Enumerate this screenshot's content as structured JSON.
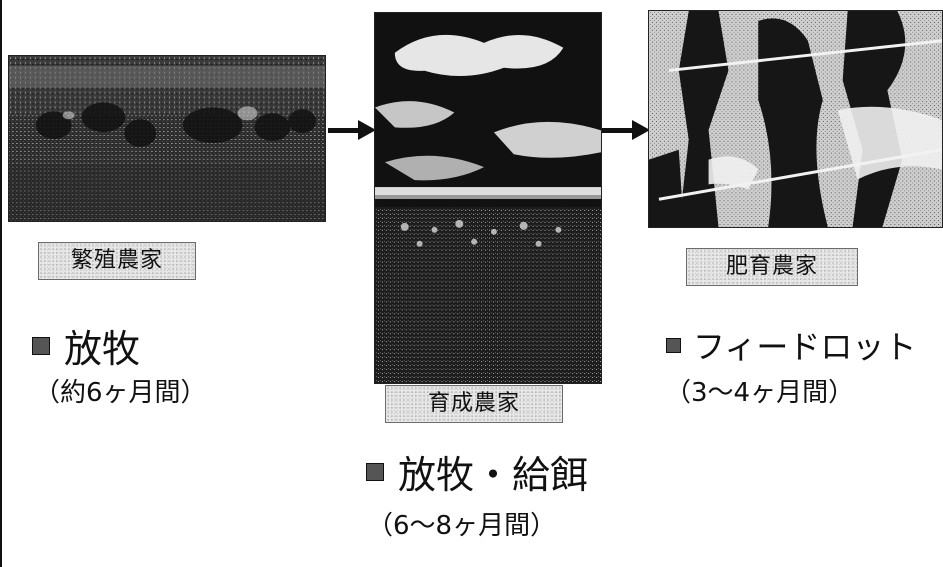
{
  "stages": {
    "breeding": {
      "label": "繁殖農家",
      "method": "放牧",
      "duration": "（約6ヶ月間）",
      "photo_icon": "cattle-pasture-photo"
    },
    "rearing": {
      "label": "育成農家",
      "method": "放牧・給餌",
      "duration": "（6～8ヶ月間）",
      "photo_icon": "sky-field-photo"
    },
    "fattening": {
      "label": "肥育農家",
      "method": "フィードロット",
      "duration": "（3～4ヶ月間）",
      "photo_icon": "feedlot-photo"
    }
  },
  "colors": {
    "background": "#ffffff",
    "text": "#111111",
    "label_fill": "#e9e9e9",
    "label_border": "#6b6b6b",
    "bullet": "#555555"
  }
}
